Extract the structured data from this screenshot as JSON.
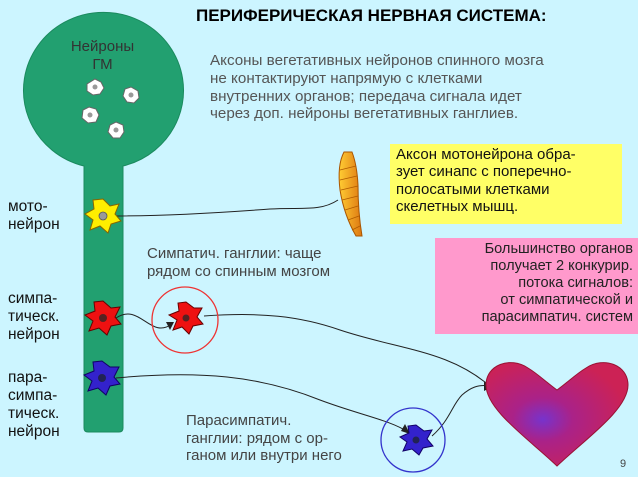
{
  "title": "ПЕРИФЕРИЧЕСКАЯ НЕРВНАЯ СИСТЕМА:",
  "description_lines": [
    "Аксоны вегетативных нейронов спинного мозга",
    "не контактируют напрямую с клетками",
    "внутренних органов; передача сигнала идет",
    "через доп. нейроны вегетативных ганглиев."
  ],
  "gm_label_lines": [
    "Нейроны",
    "ГМ"
  ],
  "motor_label_lines": [
    "мото-",
    "нейрон"
  ],
  "sympathetic_label_lines": [
    "симпа-",
    "тическ.",
    "нейрон"
  ],
  "parasympathetic_label_lines": [
    "пара-",
    "симпа-",
    "тическ.",
    "нейрон"
  ],
  "motor_box_lines": [
    "Аксон мотонейрона обра-",
    "зует синапс с поперечно-",
    "полосатыми клетками",
    "скелетных мышц."
  ],
  "symp_ganglia_lines": [
    "Симпатич. ганглии: чаще",
    "рядом со спинным мозгом"
  ],
  "organs_box_lines": [
    "Большинство органов",
    "получает 2 конкурир.",
    "потока сигналов:",
    "от симпатической и",
    "парасимпатич. систем"
  ],
  "parasymp_ganglia_lines": [
    "Парасимпатич.",
    "ганглии: рядом с ор-",
    "ганом или внутри него"
  ],
  "page_number": "9",
  "colors": {
    "background": "#ccf5ff",
    "cns": "#22a070",
    "motor_neuron": "#ffee00",
    "sympathetic_neuron": "#ee1111",
    "parasympathetic_neuron": "#3322cc",
    "ganglion_circle_symp": "#ee3333",
    "ganglion_circle_para": "#3333cc",
    "motor_box": "#ffff66",
    "organs_box": "#ff99cc",
    "heart": "#cc2255",
    "muscle": "#ee9922"
  }
}
